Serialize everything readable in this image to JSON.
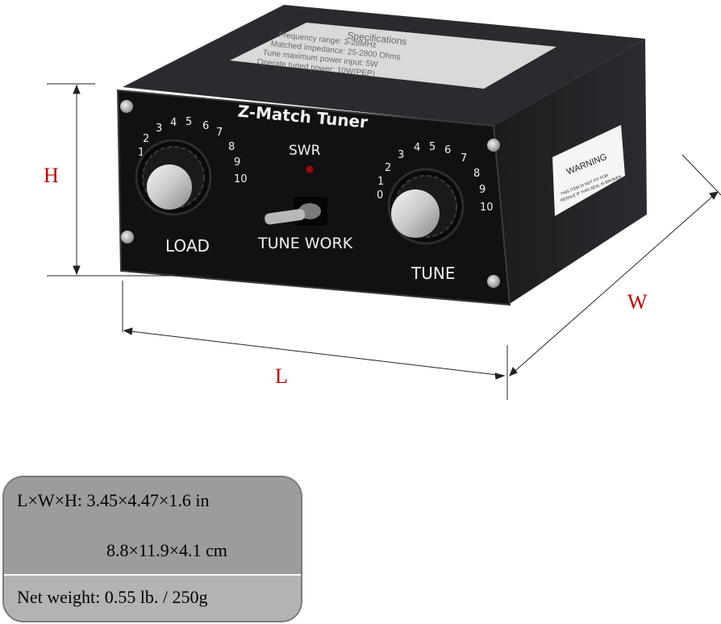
{
  "device": {
    "title": "Z-Match Tuner",
    "swr_label": "SWR",
    "switch_labels": "TUNE WORK",
    "load_label": "LOAD",
    "tune_label": "TUNE",
    "load_scale": [
      "1",
      "2",
      "3",
      "4",
      "5",
      "6",
      "7",
      "8",
      "9",
      "10"
    ],
    "tune_scale": [
      "0",
      "1",
      "2",
      "3",
      "4",
      "5",
      "6",
      "7",
      "8",
      "9",
      "10"
    ],
    "spec_plate": {
      "heading": "Specifications",
      "lines": [
        "Frequency range: 3-28MHz",
        "Matched impedance: 25-2800 Ohms",
        "Tune maximum power input: 5W",
        "Operate tuned power: 10W(PEP)"
      ]
    },
    "warning_sticker": {
      "heading": "WARNING",
      "text_line1": "THIS ITEM IS NOT FIT FOR",
      "text_line2": "RESALE IF THIS SEAL IS BROKEN"
    }
  },
  "dimensions": {
    "height_label": "H",
    "length_label": "L",
    "width_label": "W",
    "color": "#c00000"
  },
  "specs": {
    "size_in": "L×W×H: 3.45×4.47×1.6 in",
    "size_cm": "8.8×11.9×4.1 cm",
    "weight": "Net weight: 0.55 lb. / 250g"
  }
}
